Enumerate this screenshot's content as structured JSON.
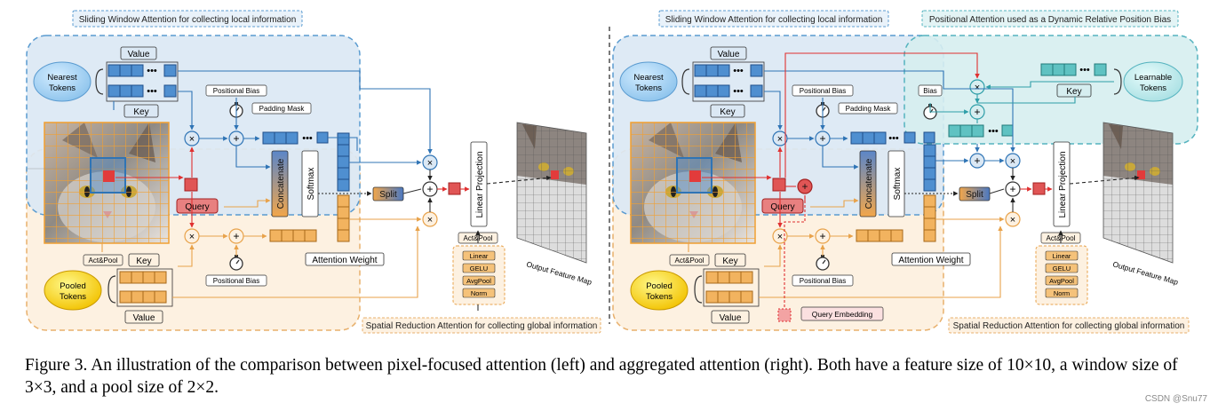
{
  "left": {
    "title_top": "Sliding Window Attention for collecting local information",
    "title_bottom": "Spatial Reduction Attention for collecting global information",
    "value": "Value",
    "key": "Key",
    "nearest_tokens": [
      "Nearest",
      "Tokens"
    ],
    "positional_bias": "Positional Bias",
    "padding_mask": "Padding Mask",
    "query": "Query",
    "concatenate": "Concatenate",
    "softmax": "Softmax",
    "split": "Split",
    "linear_projection": "Linear Projection",
    "act_pool": "Act&Pool",
    "act_pool_stack": [
      "Linear",
      "GELU",
      "AvgPool",
      "Norm"
    ],
    "attention_weight": "Attention Weight",
    "output_feature_map": "Output Feature Map",
    "pooled_tokens": [
      "Pooled",
      "Tokens"
    ],
    "pooled_act_pool": "Act&Pool",
    "pooled_key": "Key",
    "pooled_value": "Value",
    "positional_bias_bottom": "Positional Bias"
  },
  "right": {
    "title_top": "Sliding Window Attention for collecting local information",
    "title_positional": "Positional Attention used as a Dynamic Relative Position Bias",
    "title_bottom": "Spatial Reduction Attention for collecting global information",
    "value": "Value",
    "key": "Key",
    "nearest_tokens": [
      "Nearest",
      "Tokens"
    ],
    "positional_bias": "Positional Bias",
    "padding_mask": "Padding Mask",
    "bias": "Bias",
    "learnable_key": "Key",
    "learnable_tokens": [
      "Learnable",
      "Tokens"
    ],
    "query": "Query",
    "concatenate": "Concatenate",
    "softmax": "Softmax",
    "split": "Split",
    "linear_projection": "Linear Projection",
    "act_pool": "Act&Pool",
    "act_pool_stack": [
      "Linear",
      "GELU",
      "AvgPool",
      "Norm"
    ],
    "attention_weight": "Attention Weight",
    "output_feature_map": "Output Feature Map",
    "pooled_tokens": [
      "Pooled",
      "Tokens"
    ],
    "pooled_act_pool": "Act&Pool",
    "pooled_key": "Key",
    "pooled_value": "Value",
    "positional_bias_bottom": "Positional Bias",
    "query_embedding": "Query Embedding"
  },
  "operators": {
    "multiply": "×",
    "add": "+"
  },
  "caption": "Figure 3. An illustration of the comparison between pixel-focused attention (left) and aggregated attention (right). Both have a feature size of 10×10, a window size of 3×3, and a pool size of 2×2.",
  "watermark": "CSDN @Snu77",
  "colors": {
    "local_fill": "#dbe8f4",
    "local_border": "#5a9bd0",
    "global_fill": "#fdf1e1",
    "global_border": "#e8b06c",
    "positional_fill": "#d6eef0",
    "positional_border": "#55b3bf",
    "token_blue": "#4f8fd0",
    "token_orange": "#f2b35f",
    "token_teal": "#5fc2c2",
    "query_red": "#e05555",
    "red_line": "#e03030"
  }
}
